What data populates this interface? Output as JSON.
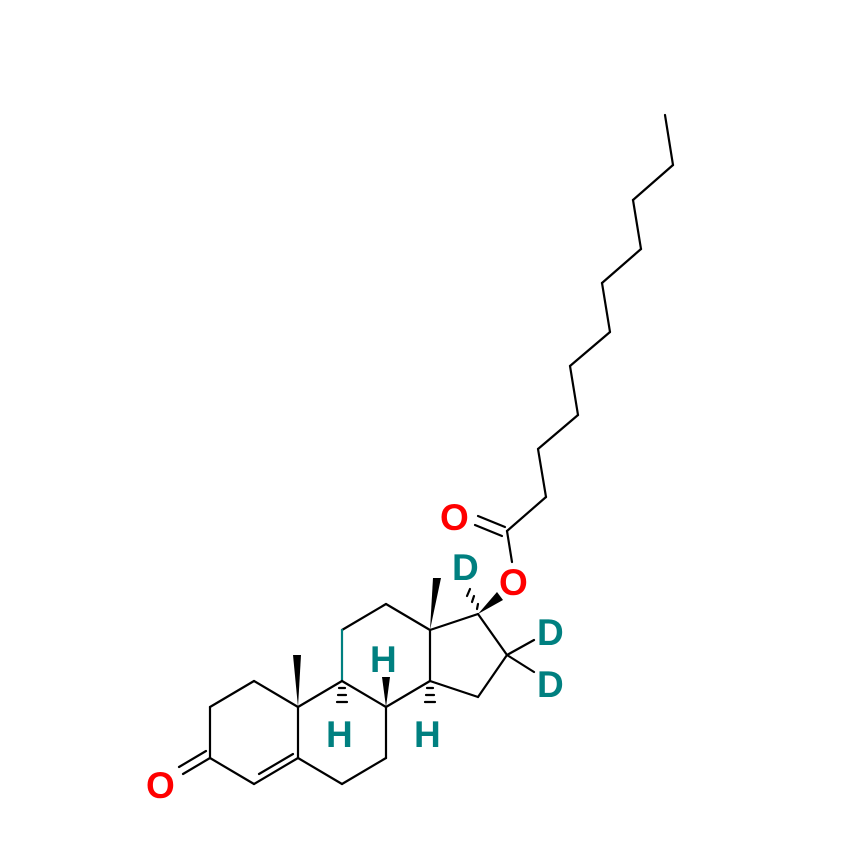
{
  "molecule": {
    "atoms": {
      "ester_carbonyl_oxygen": "O",
      "ester_oxygen": "O",
      "ketone_oxygen": "O",
      "deuterium_c17": "D",
      "deuterium_c16_a": "D",
      "deuterium_c16_b": "D",
      "hydrogen_c8": "H",
      "hydrogen_c9": "H",
      "hydrogen_c14": "H"
    },
    "colors": {
      "oxygen": "#ff0000",
      "hydrogen_isotope": "#008080",
      "bond": "#000000"
    }
  }
}
